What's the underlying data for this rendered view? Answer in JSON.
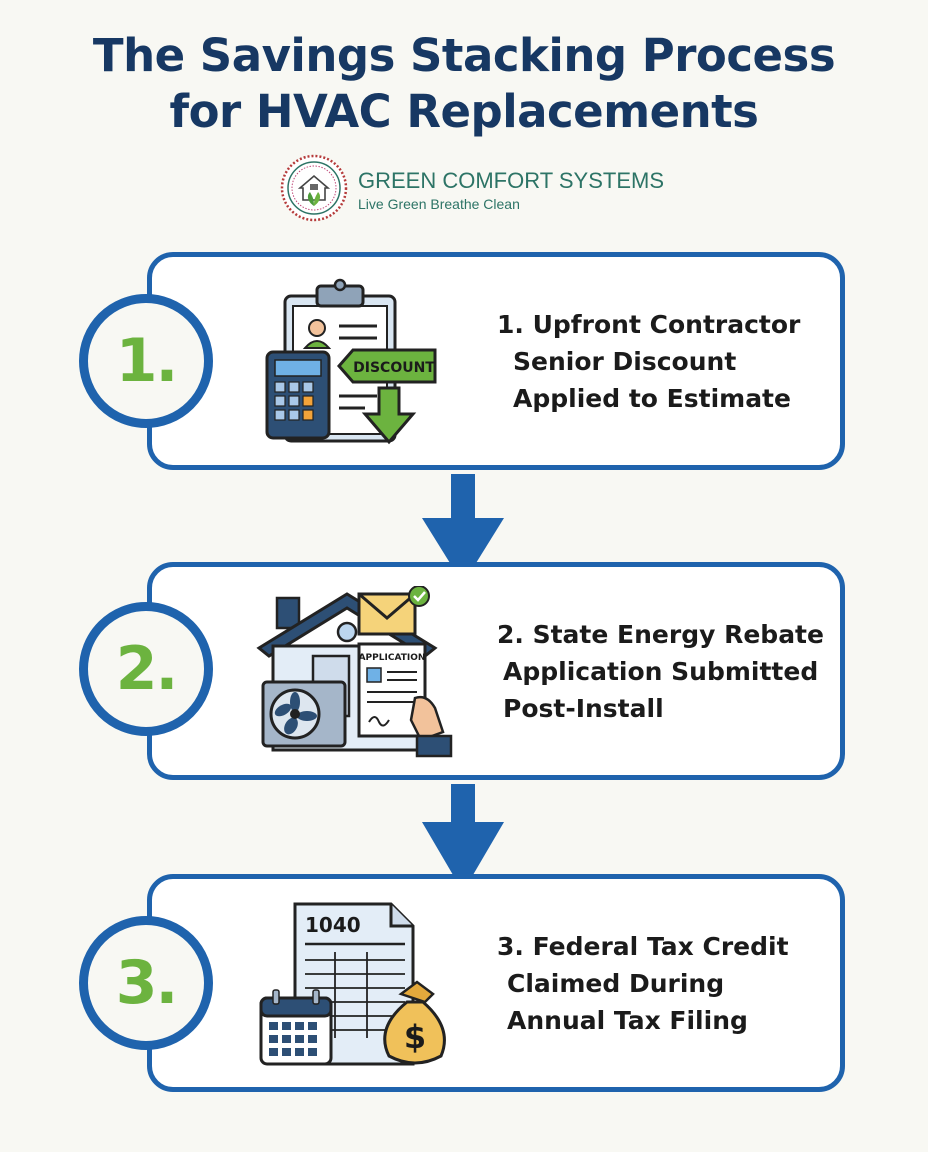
{
  "title": {
    "line1": "The Savings Stacking Process",
    "line2": "for HVAC Replacements"
  },
  "brand": {
    "name": "GREEN COMFORT SYSTEMS",
    "tagline": "Live Green Breathe Clean"
  },
  "steps": [
    {
      "number": "1.",
      "label_lines": [
        "1. Upfront Contractor",
        "Senior Discount",
        "Applied to Estimate"
      ],
      "icon_text": "DISCOUNT"
    },
    {
      "number": "2.",
      "label_lines": [
        "2. State Energy Rebate",
        "Application Submitted",
        "Post-Install"
      ],
      "icon_text": "APPLICATION"
    },
    {
      "number": "3.",
      "label_lines": [
        "3. Federal Tax Credit",
        "Claimed During",
        "Annual Tax Filing"
      ],
      "icon_text": "1040",
      "icon_symbol": "$"
    }
  ],
  "colors": {
    "title": "#173863",
    "accent_blue": "#1f63ad",
    "number_green": "#6cb33f",
    "brand_teal": "#2d7466"
  }
}
